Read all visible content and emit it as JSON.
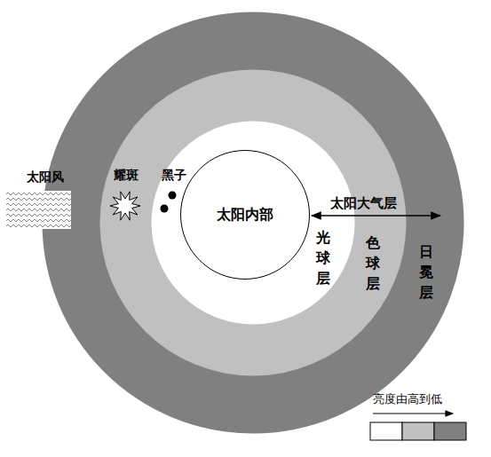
{
  "diagram": {
    "nodes": [
      {
        "text": [
          "日冕层"
        ]
      },
      {
        "text": [
          "色球层"
        ],
        "in": 0
      },
      {
        "text": [
          "光球层"
        ],
        "in": 1
      },
      {
        "text": [
          "太阳内部"
        ],
        "in": 2
      }
    ],
    "labels": [
      "太阳风",
      "耀斑",
      "黑子",
      "太阳大气层",
      "亮度由高到低"
    ]
  }
}
